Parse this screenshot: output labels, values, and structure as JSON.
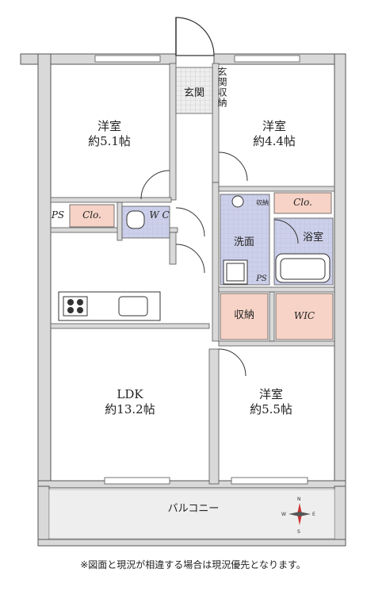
{
  "rooms": {
    "western_nw": {
      "name": "洋室",
      "size": "約5.1帖"
    },
    "western_ne": {
      "name": "洋室",
      "size": "約4.4帖"
    },
    "western_se": {
      "name": "洋室",
      "size": "約5.5帖"
    },
    "ldk": {
      "name": "LDK",
      "size": "約13.2帖"
    },
    "entrance": "玄関",
    "entrance_storage": "玄関収納",
    "washroom": "洗面",
    "bathroom": "浴室",
    "storage_small": "収納",
    "storage": "収納",
    "wic": "WIC",
    "toilet": "W C",
    "balcony": "バルコニー"
  },
  "labels": {
    "closet_left": "Clo.",
    "closet_right": "Clo.",
    "ps_left": "PS",
    "ps_wash": "PS"
  },
  "compass": {
    "n": "N",
    "s": "S",
    "e": "E",
    "w": "W"
  },
  "colors": {
    "wall": "#d9d9d9",
    "wall_edge": "#555555",
    "pink": "#f6d3c6",
    "blue": "#cdd0ea",
    "tile": "#e6e6e6"
  },
  "note": "※図面と現況が相違する場合は現況優先となります。"
}
